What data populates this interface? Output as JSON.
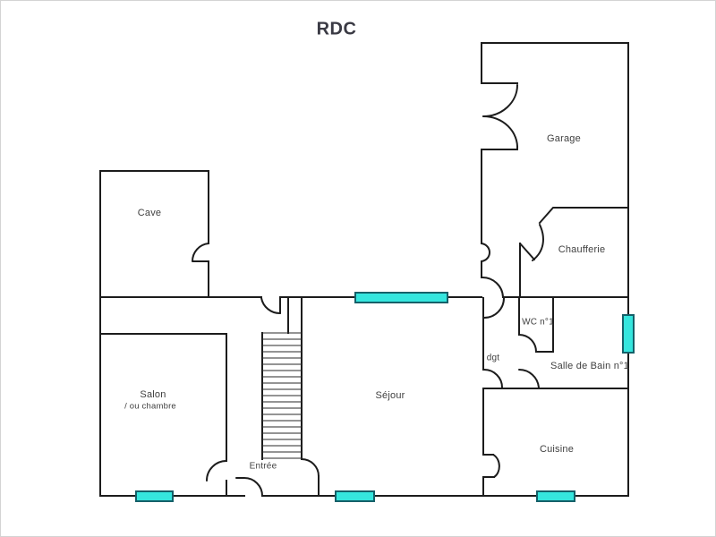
{
  "title": "RDC",
  "colors": {
    "wall": "#1c1c1c",
    "window_fill": "#35e6de",
    "window_border": "#156069",
    "text": "#3f3f3f"
  },
  "rooms": {
    "garage": {
      "label": "Garage"
    },
    "cave": {
      "label": "Cave"
    },
    "chaufferie": {
      "label": "Chaufferie"
    },
    "wc": {
      "label": "WC n°1"
    },
    "dgt": {
      "label": "dgt"
    },
    "salle_de_bain": {
      "label": "Salle de Bain n°1"
    },
    "sejour": {
      "label": "Séjour"
    },
    "salon": {
      "label": "Salon",
      "sublabel": "/ ou chambre"
    },
    "entree": {
      "label": "Entrée"
    },
    "cuisine": {
      "label": "Cuisine"
    }
  },
  "windows": [
    {
      "room": "sejour",
      "side": "north"
    },
    {
      "room": "salle_de_bain",
      "side": "east"
    },
    {
      "room": "salon",
      "side": "south"
    },
    {
      "room": "sejour",
      "side": "south"
    },
    {
      "room": "cuisine",
      "side": "south"
    }
  ]
}
